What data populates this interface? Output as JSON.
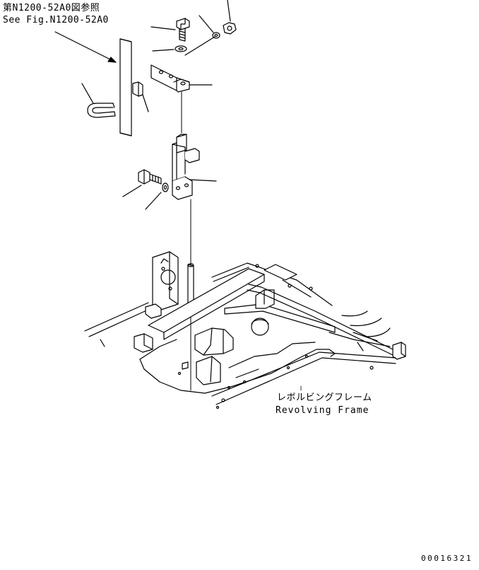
{
  "diagram": {
    "reference": {
      "japanese": "第N1200-52A0図参照",
      "english": "See Fig.N1200-52A0"
    },
    "frame_label": {
      "japanese": "レボルビングフレーム",
      "english": "Revolving Frame"
    },
    "document_number": "00016321",
    "line_color": "#000000",
    "background_color": "#ffffff"
  }
}
